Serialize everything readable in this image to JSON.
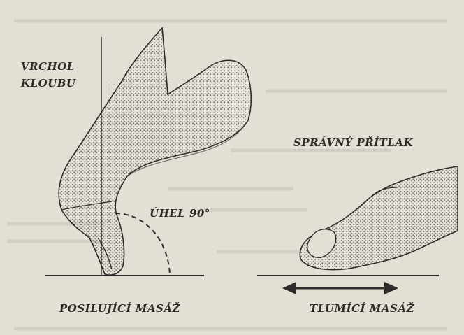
{
  "labels": {
    "joint_apex_line1": "VRCHOL",
    "joint_apex_line2": "KLOUBU",
    "angle": "ÚHEL 90°",
    "correct_pressure": "SPRÁVNÝ PŘÍTLAK",
    "strengthening_massage": "POSILUJÍCÍ MASÁŽ",
    "damping_massage": "TLUMÍCÍ MASÁŽ"
  },
  "colors": {
    "paper": "#e4dfd5",
    "ink": "#2e2c2a"
  },
  "icons": [
    "bent-finger-icon",
    "flat-finger-icon",
    "double-arrow-icon"
  ]
}
